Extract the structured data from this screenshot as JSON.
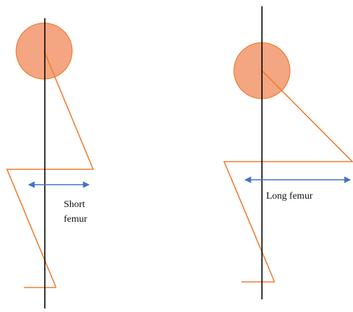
{
  "short_figure": {
    "label_line1": "Short",
    "label_line2": "femur"
  },
  "long_figure": {
    "label": "Long femur"
  },
  "colors": {
    "head_fill": "#F4A582",
    "head_stroke": "#ED7D31",
    "limb": "#ED7D31",
    "arrow": "#4472C4",
    "axis": "#000000"
  }
}
